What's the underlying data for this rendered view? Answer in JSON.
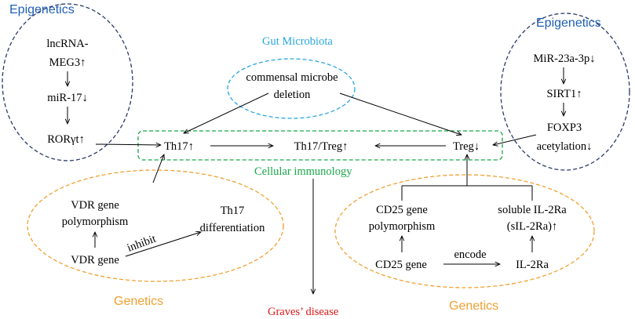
{
  "colors": {
    "epigenetics": "#1f5fb4",
    "gut_microbiota": "#2aa6e0",
    "cellular_immunology": "#1aa64a",
    "genetics": "#f0a030",
    "disease": "#e01818",
    "epigenetics_border": "#2b3a6b",
    "arrow": "#000000"
  },
  "labels": {
    "epigenetics_left": "Epigenetics",
    "epigenetics_right": "Epigenetics",
    "gut_microbiota": "Gut Microbiota",
    "cellular_immunology": "Cellular immunology",
    "genetics_left": "Genetics",
    "genetics_right": "Genetics",
    "disease": "Graves’ disease"
  },
  "nodes": {
    "lncrna_1": "lncRNA-",
    "lncrna_2": "MEG3↑",
    "mir17": "miR-17↓",
    "rorgt": "RORγt↑",
    "mir23_1": "MiR-23a-3p↓",
    "sirt1": "SIRT1↑",
    "foxp3_1": "FOXP3",
    "foxp3_2": "acetylation↓",
    "microbe_1": "commensal microbe",
    "microbe_2": "deletion",
    "th17": "Th17↑",
    "ratio": "Th17/Treg↑",
    "treg": "Treg↓",
    "vdr_poly_1": "VDR gene",
    "vdr_poly_2": "polymorphism",
    "vdr_gene": "VDR gene",
    "th17_diff_1": "Th17",
    "th17_diff_2": "differentiation",
    "inhibit": "inhibit",
    "cd25_poly_1": "CD25 gene",
    "cd25_poly_2": "polymorphism",
    "sil2ra_1": "soluble IL-2Ra",
    "sil2ra_2": "(sIL-2Ra)↑",
    "cd25_gene": "CD25 gene",
    "encode": "encode",
    "il2ra": "IL-2Ra"
  }
}
